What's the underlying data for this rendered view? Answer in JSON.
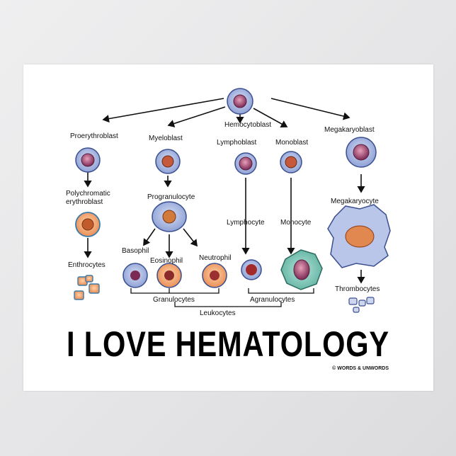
{
  "labels": {
    "hemocytoblast": "Hemocytoblast",
    "proerythroblast": "Proerythroblast",
    "myeloblast": "Myeloblast",
    "lymphoblast": "Lymphoblast",
    "monoblast": "Monoblast",
    "megakaryoblast": "Megakaryoblast",
    "polychromatic_1": "Polychromatic",
    "polychromatic_2": "erythroblast",
    "progranulocyte": "Progranulocyte",
    "lymphocyte": "Lymphocyte",
    "monocyte": "Monocyte",
    "megakaryocyte": "Megakaryocyte",
    "basophil": "Basophil",
    "eosinophil": "Eosinophil",
    "neutrophil": "Neutrophil",
    "erythrocytes": "Enthrocytes",
    "thrombocytes": "Thrombocytes",
    "granulocytes": "Granulocytes",
    "agranulocytes": "Agranulocytes",
    "leukocytes": "Leukocytes"
  },
  "headline": "I LOVE HEMATOLOGY",
  "copyright": "© WORDS & UNWORDS",
  "colors": {
    "cell_body": "#9fb0dc",
    "cell_border": "#3a4f8f",
    "nucleus": "#c0392b",
    "erythro_body": "#f2a36b",
    "monocyte_body": "#7fc6b8",
    "mega_body": "#b9c6ea"
  }
}
